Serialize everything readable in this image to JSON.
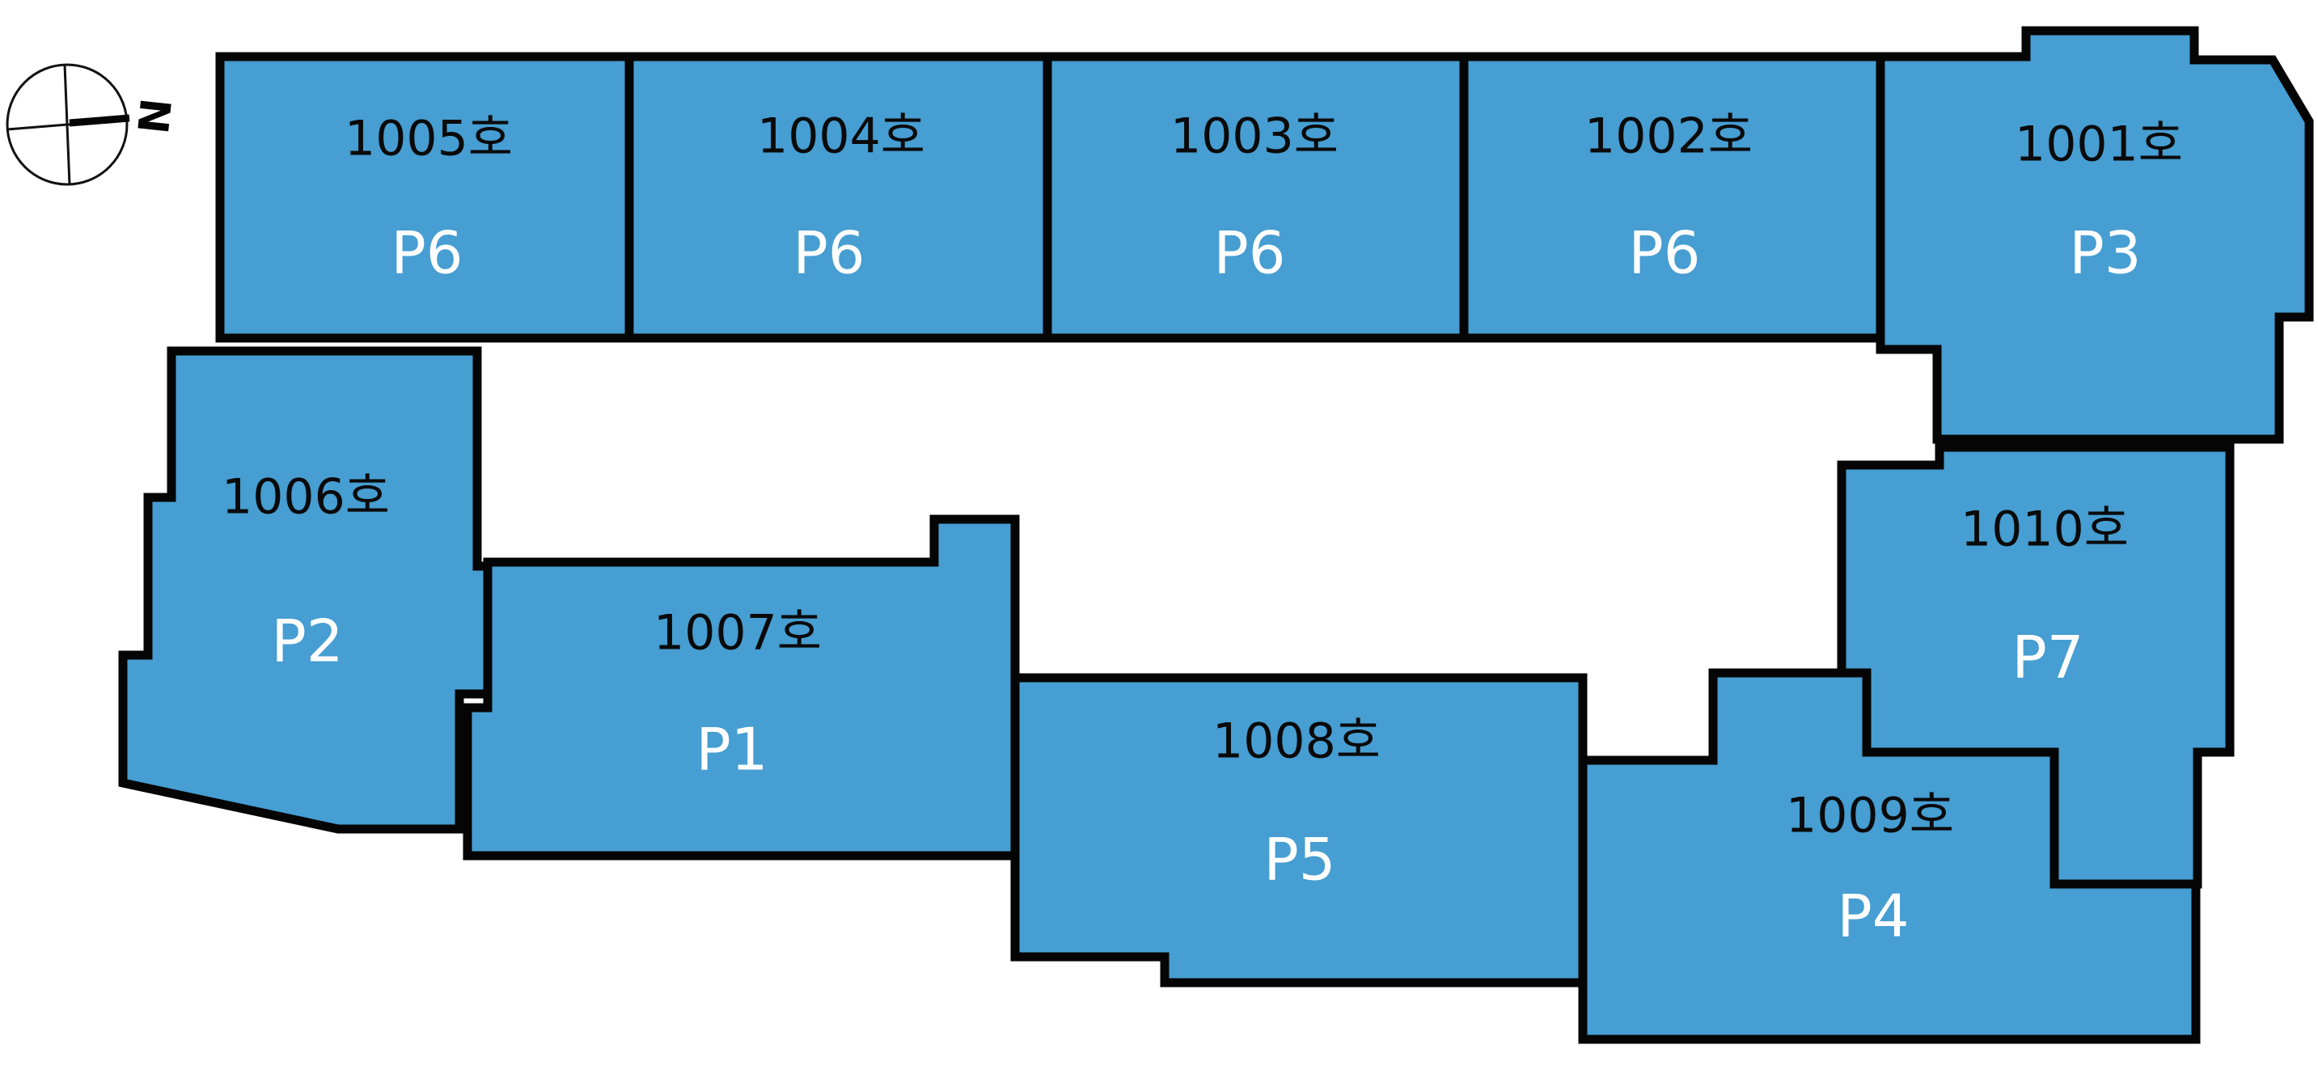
{
  "colors": {
    "unit_fill": "#469ed2",
    "unit_outline": "#050505",
    "unit_number_text": "#0a0a0a",
    "unit_type_text": "#ffffff",
    "background": "#ffffff"
  },
  "compass": {
    "label": "N",
    "icon": "compass-icon"
  },
  "units": [
    {
      "id": "1005",
      "number": "1005호",
      "type": "P6"
    },
    {
      "id": "1004",
      "number": "1004호",
      "type": "P6"
    },
    {
      "id": "1003",
      "number": "1003호",
      "type": "P6"
    },
    {
      "id": "1002",
      "number": "1002호",
      "type": "P6"
    },
    {
      "id": "1001",
      "number": "1001호",
      "type": "P3"
    },
    {
      "id": "1006",
      "number": "1006호",
      "type": "P2"
    },
    {
      "id": "1007",
      "number": "1007호",
      "type": "P1"
    },
    {
      "id": "1008",
      "number": "1008호",
      "type": "P5"
    },
    {
      "id": "1009",
      "number": "1009호",
      "type": "P4"
    },
    {
      "id": "1010",
      "number": "1010호",
      "type": "P7"
    }
  ]
}
